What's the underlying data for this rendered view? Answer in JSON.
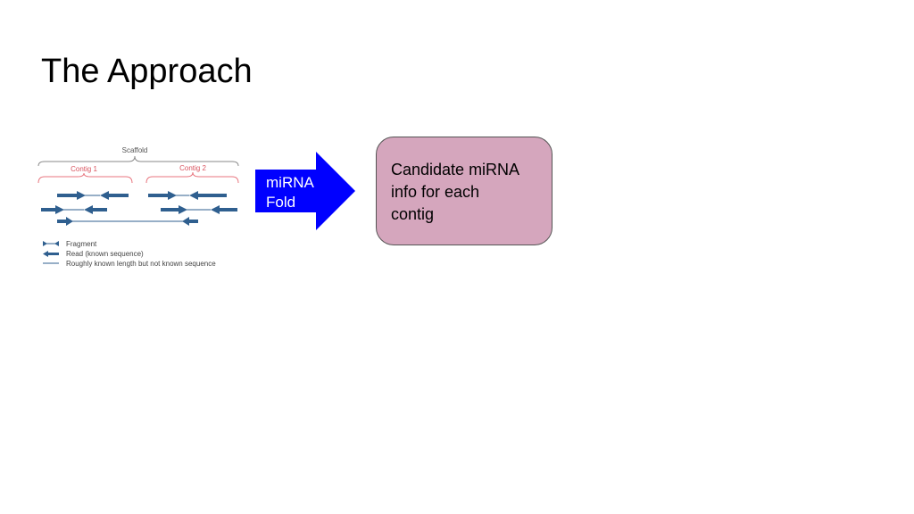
{
  "slide": {
    "title": "The Approach"
  },
  "scaffold_figure": {
    "scaffold_label": "Scaffold",
    "contig1_label": "Contig 1",
    "contig2_label": "Contig 2",
    "legend": {
      "fragment": "Fragment",
      "read": "Read (known sequence)",
      "roughly": "Roughly known length but not known sequence"
    },
    "colors": {
      "read_arrow": "#2f5f8f",
      "contig_brace": "#e8767f",
      "scaffold_brace": "#8a8a8a"
    }
  },
  "arrow": {
    "line1": "miRNA",
    "line2": "Fold",
    "color": "#0000ff"
  },
  "result_box": {
    "line1": "Candidate miRNA",
    "line2": "info for each",
    "line3": "contig",
    "color": "#d5a6bd"
  }
}
